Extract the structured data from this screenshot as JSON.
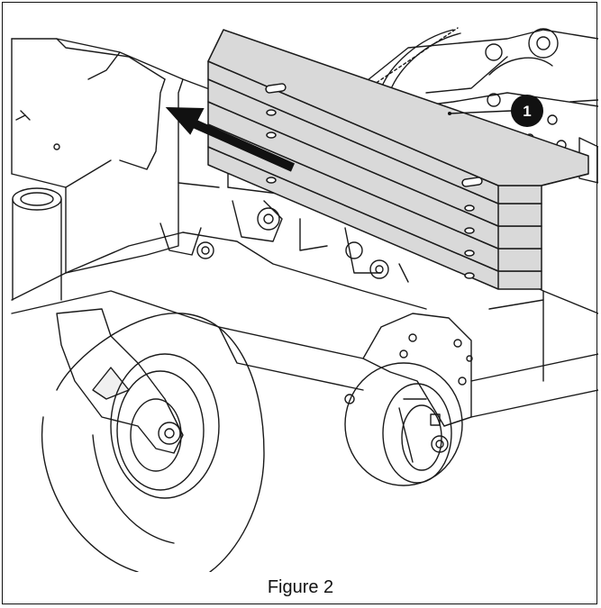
{
  "figure": {
    "caption": "Figure 2",
    "callouts": [
      {
        "number": "1",
        "refers_to": "weight-stack"
      }
    ]
  },
  "colors": {
    "line": "#1a1a1a",
    "weight_fill": "#d9d9d9",
    "arrow": "#111111",
    "callout_fill": "#111111"
  },
  "icons": {
    "direction_arrow": "arrow-left-up-icon"
  }
}
